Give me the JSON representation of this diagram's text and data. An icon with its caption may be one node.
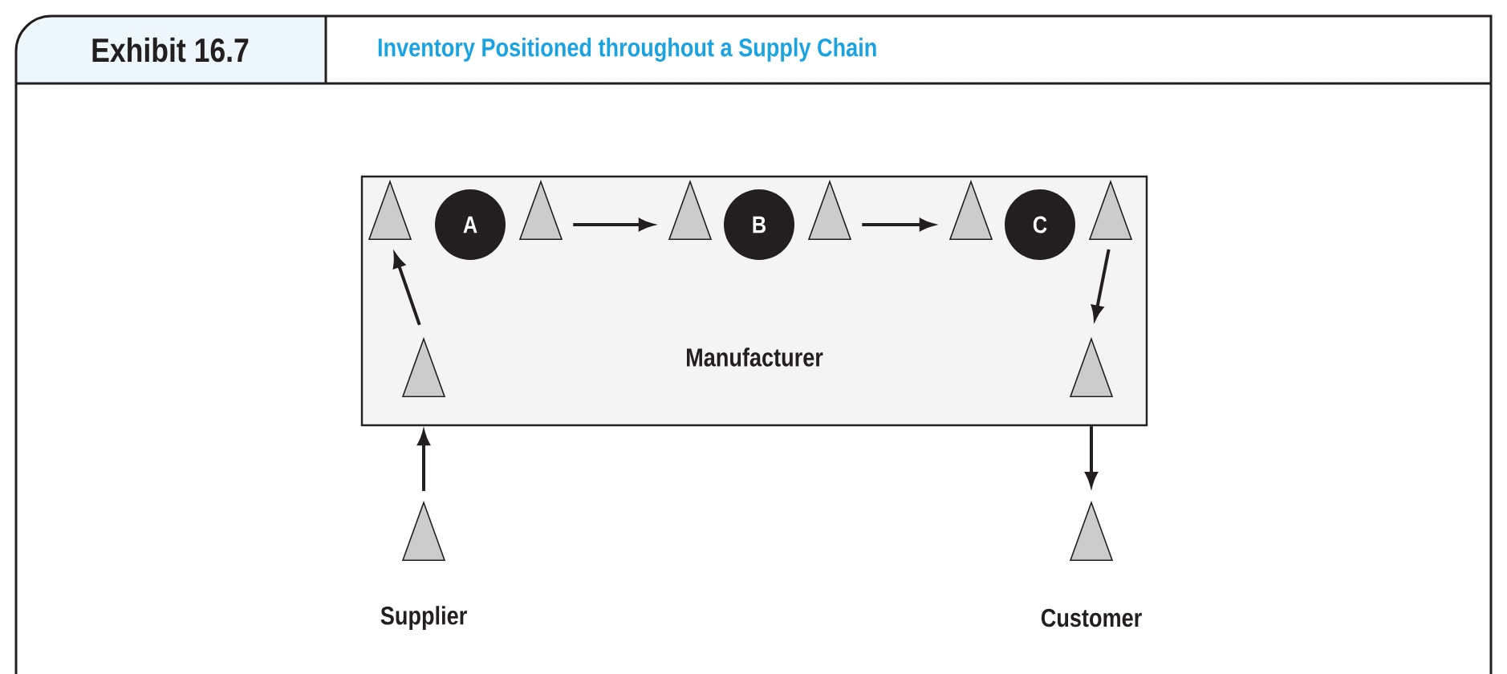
{
  "diagram": {
    "title": "Inventory Positioned throughout a Supply Chain",
    "nodes": [
      {
        "text": [
          "Manufacturer"
        ]
      },
      {
        "text": [],
        "shape": "triangle",
        "in": 0
      },
      {
        "text": [
          "A"
        ],
        "in": 0
      },
      {
        "text": [],
        "shape": "triangle",
        "in": 0
      },
      {
        "text": [],
        "shape": "triangle",
        "in": 0
      },
      {
        "text": [
          "B"
        ],
        "in": 0
      },
      {
        "text": [],
        "shape": "triangle",
        "in": 0
      },
      {
        "text": [],
        "shape": "triangle",
        "in": 0
      },
      {
        "text": [
          "C"
        ],
        "in": 0
      },
      {
        "text": [],
        "shape": "triangle",
        "in": 0
      },
      {
        "text": [],
        "shape": "triangle",
        "in": 0
      },
      {
        "text": [],
        "shape": "triangle",
        "in": 0
      },
      {
        "text": [],
        "shape": "triangle",
        "beside": [
          "Supplier"
        ]
      },
      {
        "text": [],
        "shape": "triangle",
        "beside": [
          "Customer"
        ]
      }
    ],
    "edges": [
      {
        "from": 12,
        "to": 0,
        "arrow": "to"
      },
      {
        "from": 10,
        "to": 1,
        "arrow": "to"
      },
      {
        "from": 3,
        "to": 4,
        "arrow": "to"
      },
      {
        "from": 6,
        "to": 7,
        "arrow": "to"
      },
      {
        "from": 9,
        "to": 11,
        "arrow": "to"
      },
      {
        "from": 0,
        "to": 13,
        "arrow": "to"
      }
    ],
    "labels": [
      "Exhibit 16.7"
    ]
  }
}
